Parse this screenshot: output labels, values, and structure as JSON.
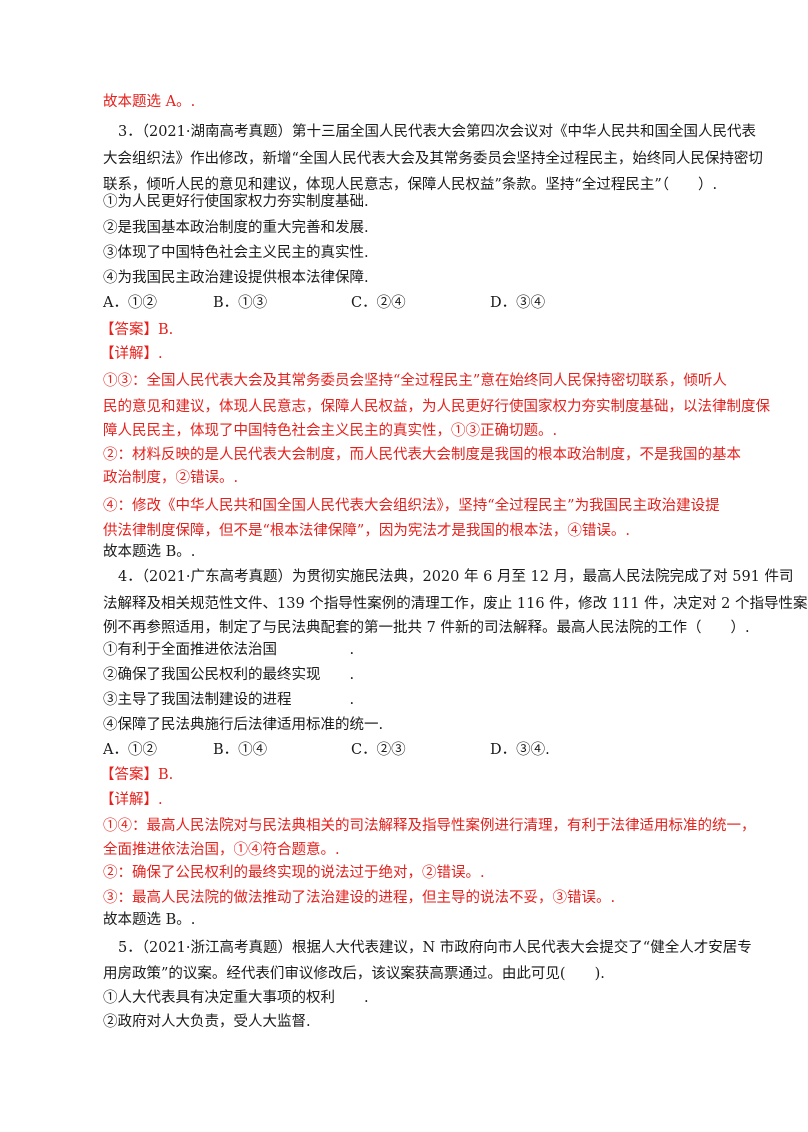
{
  "lines": {
    "l0": "故本题选 A。.",
    "l1": "3．（2021·湖南高考真题）第十三届全国人民代表大会第四次会议对《中华人民共和国全国人民代表",
    "l2": "大会组织法》作出修改，新增“全国人民代表大会及其常务委员会坚持全过程民主，始终同人民保持密切",
    "l3": "联系，倾听人民的意见和建议，体现人民意志，保障人民权益”条款。坚持“全过程民主”（　　）.",
    "l4": "①为人民更好行使国家权力夯实制度基础.",
    "l5": "②是我国基本政治制度的重大完善和发展.",
    "l6": "③体现了中国特色社会主义民主的真实性.",
    "l7": "④为我国民主政治建设提供根本法律保障.",
    "l8a": "A．①②",
    "l8b": "B．①③",
    "l8c": "C．②④",
    "l8d": "D．③④",
    "l9": "【答案】B.",
    "l10": "【详解】.",
    "l11": "①③：全国人民代表大会及其常务委员会坚持“全过程民主”意在始终同人民保持密切联系，倾听人",
    "l12": "民的意见和建议，体现人民意志，保障人民权益，为人民更好行使国家权力夯实制度基础，以法律制度保",
    "l13": "障人民民主，体现了中国特色社会主义民主的真实性，①③正确切题。.",
    "l14": "②：材料反映的是人民代表大会制度，而人民代表大会制度是我国的根本政治制度，不是我国的基本",
    "l15": "政治制度，②错误。.",
    "l16": "④：修改《中华人民共和国全国人民代表大会组织法》，坚持“全过程民主”为我国民主政治建设提",
    "l17": "供法律制度保障，但不是“根本法律保障”，因为宪法才是我国的根本法，④错误。.",
    "l18": "故本题选 B。.",
    "l19": "4．（2021·广东高考真题）为贯彻实施民法典，2020 年 6 月至 12 月，最高人民法院完成了对 591 件司",
    "l20": "法解释及相关规范性文件、139 个指导性案例的清理工作，废止 116 件，修改 111 件，决定对 2 个指导性案",
    "l21": "例不再参照适用，制定了与民法典配套的第一批共 7 件新的司法解释。最高人民法院的工作（　　）.",
    "l22": "①有利于全面推进依法治国　　　　　.",
    "l23": "②确保了我国公民权利的最终实现　　.",
    "l24": "③主导了我国法制建设的进程　　　　.",
    "l25": "④保障了民法典施行后法律适用标准的统一.",
    "l26a": "A．①②",
    "l26b": "B．①④",
    "l26c": "C．②③",
    "l26d": "D．③④.",
    "l27": "【答案】B.",
    "l28": "【详解】.",
    "l29": "①④：最高人民法院对与民法典相关的司法解释及指导性案例进行清理，有利于法律适用标准的统一，",
    "l30": "全面推进依法治国，①④符合题意。.",
    "l31": "②：确保了公民权利的最终实现的说法过于绝对，②错误。.",
    "l32": "③：最高人民法院的做法推动了法治建设的进程，但主导的说法不妥，③错误。.",
    "l33": "故本题选 B。.",
    "l34": "5．（2021·浙江高考真题）根据人大代表建议，N 市政府向市人民代表大会提交了“健全人才安居专",
    "l35": "用房政策”的议案。经代表们审议修改后，该议案获高票通过。由此可见(　　).",
    "l36": "①人大代表具有决定重大事项的权利　　.",
    "l37": "②政府对人大负责，受人大监督."
  },
  "colors": {
    "answer_red": "#e5211d",
    "text": "#1a1a1a"
  }
}
